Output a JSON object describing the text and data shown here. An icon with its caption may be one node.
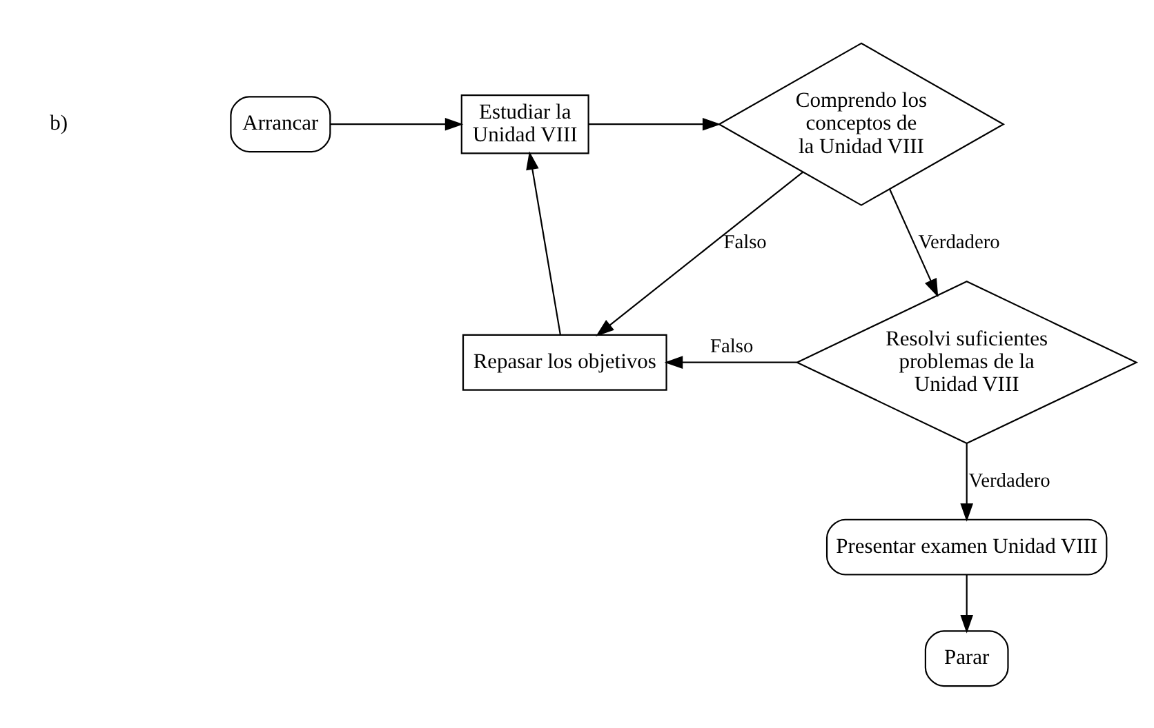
{
  "diagram": {
    "nodes": [
      {
        "text": [
          "Arrancar"
        ]
      },
      {
        "text": [
          "Estudiar la Unidad VIII"
        ]
      },
      {
        "text": [
          "Comprendo los conceptos de la Unidad VIII"
        ]
      },
      {
        "text": [
          "Repasar los objetivos"
        ]
      },
      {
        "text": [
          "Resolvi suficientes problemas de la Unidad VIII"
        ]
      },
      {
        "text": [
          "Presentar examen Unidad VIII"
        ]
      },
      {
        "text": [
          "Parar"
        ]
      }
    ],
    "edges": [
      {
        "from": 0,
        "to": 1,
        "arrow": "to"
      },
      {
        "from": 1,
        "to": 2,
        "arrow": "to"
      },
      {
        "from": 2,
        "to": 4,
        "arrow": "to",
        "label": "Verdadero"
      },
      {
        "from": 2,
        "to": 3,
        "arrow": "to",
        "label": "Falso"
      },
      {
        "from": 4,
        "to": 3,
        "arrow": "to",
        "label": "Falso"
      },
      {
        "from": 3,
        "to": 1,
        "arrow": "to"
      },
      {
        "from": 4,
        "to": 5,
        "arrow": "to",
        "label": "Verdadero"
      },
      {
        "from": 5,
        "to": 6,
        "arrow": "to"
      }
    ],
    "labels": [
      "b)"
    ]
  }
}
